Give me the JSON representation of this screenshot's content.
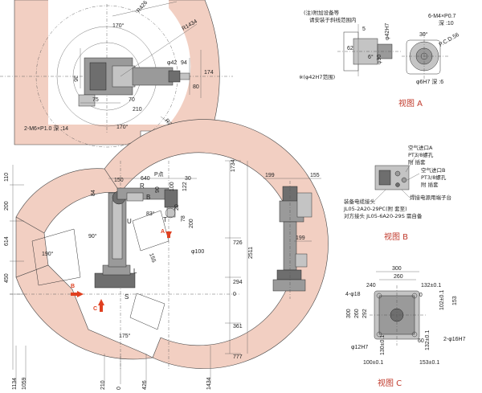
{
  "top_view": {
    "angle_top": "170°",
    "angle_bottom": "170°",
    "r426": "R426",
    "r1434": "R1434",
    "r270": "R270",
    "d42": "φ42",
    "d94": "94",
    "d36": "36",
    "d174": "174",
    "d80": "80",
    "d75": "75",
    "d70": "70",
    "d210": "210",
    "tap_note": "2-M6×P1.0 深 :14"
  },
  "view_a": {
    "note_top_1": "(注)附加设备等",
    "note_top_2": "请安装于斜线范围内",
    "d5": "5",
    "d42h7": "φ42H7",
    "d90": "φ90",
    "d62": "62",
    "angle6": "6°",
    "note_bottom": "※(φ42H7范围)",
    "m4": "6-M4×P0.7",
    "m4_depth": "深 :10",
    "angle30": "30°",
    "pcd": "P.C.D.56",
    "h6h7": "φ6H7 深 :6",
    "caption": "视图 A"
  },
  "side_view": {
    "top_dims": {
      "d150": "150",
      "d640": "640",
      "p_point": "P点",
      "d30": "30"
    },
    "left_dims": [
      "110",
      "200",
      "614",
      "450"
    ],
    "bottom_dims": [
      "1134",
      "1059",
      "210",
      "0",
      "426",
      "1434"
    ],
    "right_dims": [
      "1734",
      "726",
      "2511",
      "294",
      "0",
      "361",
      "777"
    ],
    "inner": {
      "d84": "84",
      "d90": "90",
      "d100": "100",
      "d122": "122",
      "d83": "83°",
      "d20": "20",
      "d78": "78",
      "d200": "200",
      "d155": "155",
      "d_phi100": "φ100",
      "a190": "190°",
      "a90": "90°",
      "a175": "175°"
    },
    "axes": [
      "R",
      "B",
      "U",
      "T",
      "L",
      "S"
    ],
    "arrow_a": "A",
    "arrow_b": "B",
    "arrow_c": "C"
  },
  "rear_view": {
    "d199_top": "199",
    "d155": "155",
    "d199_mid": "199"
  },
  "view_b": {
    "air_a": "空气进口A",
    "pt3_a": "PT3/8螺孔",
    "plug_a": "附 插套",
    "air_b": "空气进口B",
    "pt3_b": "PT3/8螺孔",
    "plug_b": "附 插套",
    "conn_label": "装备电缆接头",
    "conn_model": "JL05-2A20-29PC(附 套至)",
    "mate_label": "对方接头 JL05-6A20-29S 需自备",
    "weld_label": "焊接电源用端子台",
    "caption": "视图 B"
  },
  "view_c": {
    "d300": "300",
    "d260": "260",
    "d240": "240",
    "d132a": "132±0.1",
    "d4phi18": "4-φ18",
    "d60": "60",
    "d102": "102±0.1",
    "d153": "153",
    "d300v": "300",
    "d260v": "260",
    "d292": "292",
    "d12h7": "φ12H7",
    "d130": "130±0.1",
    "d60b": "60",
    "d132b": "132±0.1",
    "d2phi16": "2-φ16H7",
    "d100": "100±0.1",
    "d153b": "153±0.1",
    "caption": "视图 C"
  }
}
